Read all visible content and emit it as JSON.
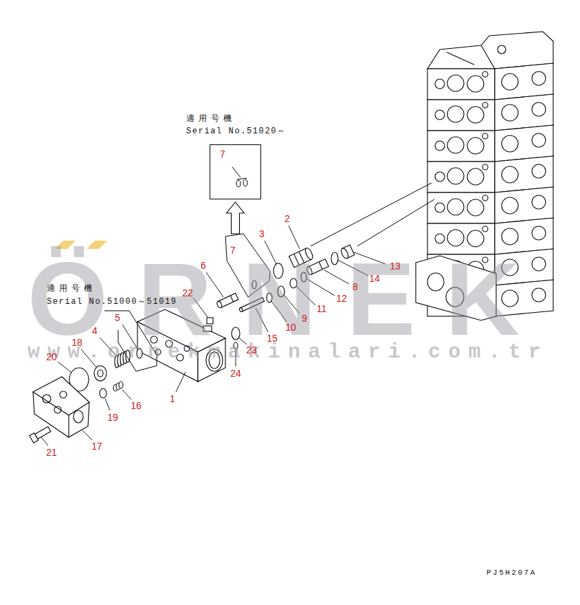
{
  "diagram": {
    "nodes": [
      {
        "text": [
          "適用号機",
          "Serial No.51020～",
          "7"
        ]
      },
      {
        "text": [
          "7"
        ]
      }
    ],
    "edges": [
      {
        "from": 1,
        "to": 0,
        "arrow": "to"
      }
    ],
    "labels": [
      "2",
      "3",
      "6",
      "22",
      "13",
      "14",
      "8",
      "12",
      "11",
      "9",
      "10",
      "15",
      "23",
      "24",
      "1",
      "4",
      "5",
      "18",
      "20",
      "16",
      "19",
      "17",
      "21",
      "適用号機",
      "Serial No.51000～51019",
      "ÖRNEK",
      "www.ornekmakinalari.com.tr",
      "PJ5H207A"
    ]
  }
}
